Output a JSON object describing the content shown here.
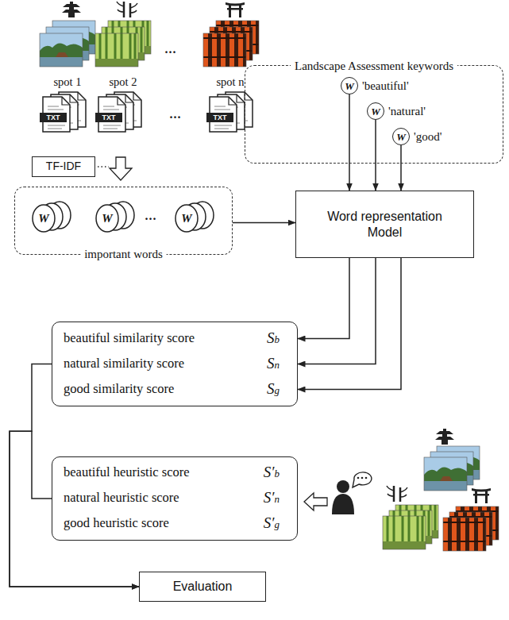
{
  "diagram": {
    "nodes": [
      {
        "text": [
          "Landscape Assessment keywords"
        ]
      },
      {
        "text": [
          "W",
          "'beautiful'"
        ],
        "in": 0
      },
      {
        "text": [
          "W",
          "'natural'"
        ],
        "in": 0
      },
      {
        "text": [
          "W",
          "'good'"
        ],
        "in": 0
      },
      {
        "text": [
          "TF-IDF"
        ]
      },
      {
        "text": [
          "important words"
        ]
      },
      {
        "text": [
          "Word representation Model"
        ]
      },
      {
        "text": [
          "beautiful similarity score",
          "Sb",
          "natural similarity score",
          "Sn",
          "good similarity score",
          "Sg"
        ]
      },
      {
        "text": [
          "beautiful heuristic score",
          "S′b",
          "natural heuristic score",
          "S′n",
          "good heuristic score",
          "S′g"
        ]
      },
      {
        "text": [
          "Evaluation"
        ]
      }
    ],
    "edges": [
      {
        "from": 1,
        "to": 6,
        "arrow": "to"
      },
      {
        "from": 2,
        "to": 6,
        "arrow": "to"
      },
      {
        "from": 3,
        "to": 6,
        "arrow": "to"
      },
      {
        "from": 5,
        "to": 6,
        "arrow": "to"
      },
      {
        "from": 6,
        "to": 7,
        "arrow": "to"
      },
      {
        "from": 6,
        "to": 7,
        "arrow": "to"
      },
      {
        "from": 6,
        "to": 7,
        "arrow": "to"
      },
      {
        "from": 7,
        "to": 9,
        "arrow": "to"
      },
      {
        "from": 8,
        "to": 9,
        "arrow": "to"
      }
    ],
    "labels": [
      "...",
      "spot 1",
      "spot 2",
      "spot n",
      "TXT",
      "TXT",
      "...",
      "TXT",
      "W",
      "W",
      "...",
      "W"
    ]
  }
}
